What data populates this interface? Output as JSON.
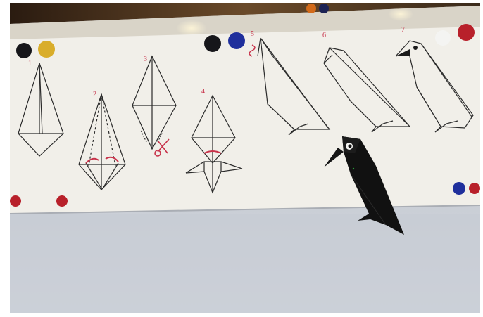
{
  "scene": {
    "colors": {
      "wall": "#c9ced6",
      "paper": "#f1efe9",
      "ink": "#2b2b2b",
      "annotation_red": "#c8324a",
      "crow_black": "#111111",
      "magnet_black": "#16161a",
      "magnet_yellow": "#d9ad2a",
      "magnet_blue": "#1f2f9c",
      "magnet_red": "#b8202a",
      "magnet_white": "#f4f4f2"
    },
    "step_labels": [
      "1",
      "2",
      "3",
      "4",
      "5",
      "6",
      "7"
    ]
  }
}
